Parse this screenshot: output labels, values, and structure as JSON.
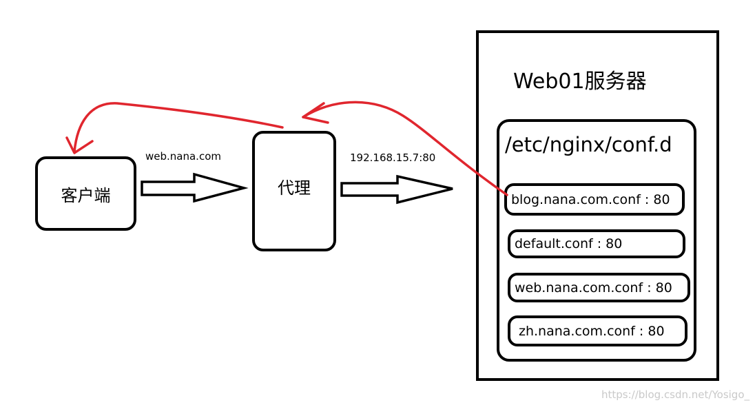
{
  "nodes": {
    "client": "客户端",
    "proxy": "代理"
  },
  "edges": {
    "client_to_proxy": "web.nana.com",
    "proxy_to_server": "192.168.15.7:80"
  },
  "server": {
    "title": "Web01服务器",
    "dir": "/etc/nginx/conf.d",
    "files": [
      "blog.nana.com.conf : 80",
      "default.conf : 80",
      "web.nana.com.conf : 80",
      "zh.nana.com.conf : 80"
    ]
  },
  "watermark": "https://blog.csdn.net/Yosigo_",
  "colors": {
    "response_arrow": "#e0262e",
    "stroke": "#000000"
  }
}
